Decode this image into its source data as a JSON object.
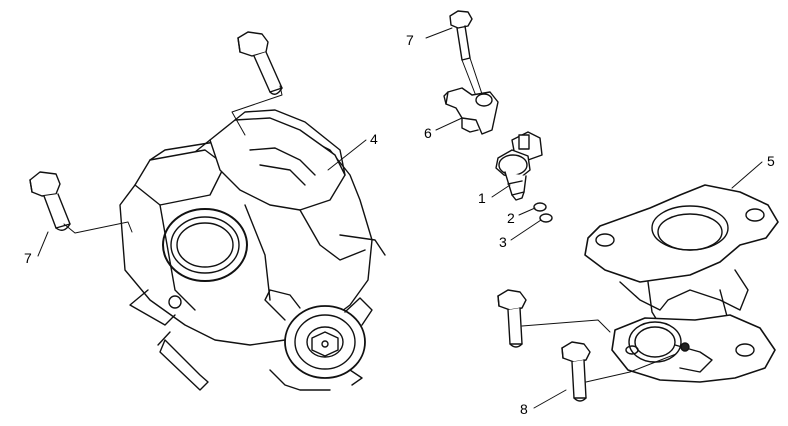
{
  "diagram": {
    "callouts": [
      {
        "id": "c1",
        "label": "1",
        "part": "fuel-injector"
      },
      {
        "id": "c2",
        "label": "2",
        "part": "o-ring-upper"
      },
      {
        "id": "c3",
        "label": "3",
        "part": "o-ring-lower"
      },
      {
        "id": "c4",
        "label": "4",
        "part": "throttle-body"
      },
      {
        "id": "c5",
        "label": "5",
        "part": "intake-manifold"
      },
      {
        "id": "c6",
        "label": "6",
        "part": "injector-holder-bracket"
      },
      {
        "id": "c7a",
        "label": "7",
        "part": "bolt"
      },
      {
        "id": "c7b",
        "label": "7",
        "part": "bolt"
      },
      {
        "id": "c8",
        "label": "8",
        "part": "bolt"
      }
    ]
  }
}
